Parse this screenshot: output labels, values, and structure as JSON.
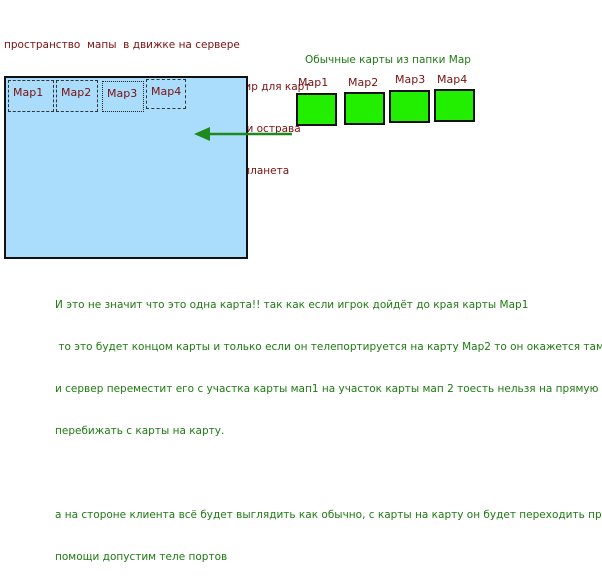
{
  "top_text": [
    "пространство  мапы  в движке на сервере",
    "теперь это не одна карта а виртуальный мир для карт",
    " к примеру как планета а на ней материки и острава",
    "так вот теперь серверная карта это голая планета"
  ],
  "server_map": {
    "color": "#aadcfb",
    "sub_maps": [
      "Map1",
      "Map2",
      "Map3",
      "Map4"
    ]
  },
  "normal_maps": {
    "title": "Обычные карты из папки Map",
    "color": "#22ee00",
    "labels": [
      "Map1",
      "Map2",
      "Map3",
      "Map4"
    ]
  },
  "bottom_text": [
    "И это не значит что это одна карта!! так как если игрок дойдёт до края карты Map1",
    " то это будет концом карты и только если он телепортируется на карту Map2 то он окажется там,",
    "и сервер переместит его с участка карты мап1 на участок карты мап 2 тоесть нельзя на прямую",
    "перебижать с карты на карту.",
    "",
    "а на стороне клиента всё будет выглядить как обычно, с карты на карту он будет переходить при",
    "помощи допустим теле портов"
  ],
  "arrow_color": "#1e8a1e"
}
